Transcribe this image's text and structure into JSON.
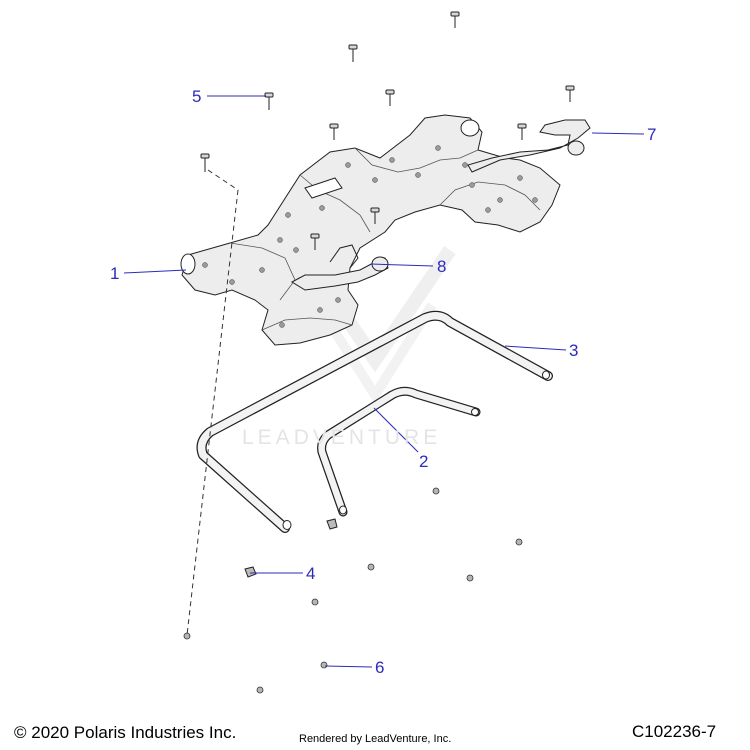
{
  "callouts": {
    "c1": "1",
    "c2": "2",
    "c3": "3",
    "c4": "4",
    "c5": "5",
    "c6": "6",
    "c7": "7",
    "c8": "8"
  },
  "watermark": "LEADVENTURE",
  "footer": {
    "copyright": "© 2020 Polaris Industries Inc.",
    "rendered_by": "Rendered by LeadVenture, Inc.",
    "diagram_code": "C102236-7"
  },
  "colors": {
    "callout": "#2b2bb8",
    "part_fill": "#ededed",
    "part_stroke": "#222222"
  }
}
